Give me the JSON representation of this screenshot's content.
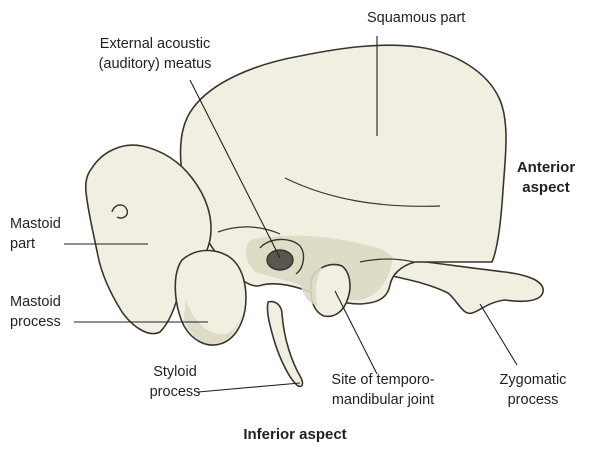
{
  "labels": {
    "squamous_part": "Squamous part",
    "external_acoustic_meatus": [
      "External acoustic",
      "(auditory) meatus"
    ],
    "anterior_aspect": [
      "Anterior",
      "aspect"
    ],
    "mastoid_part": [
      "Mastoid",
      "part"
    ],
    "mastoid_process": [
      "Mastoid",
      "process"
    ],
    "styloid_process": [
      "Styloid",
      "process"
    ],
    "tmj_site": [
      "Site of temporo-",
      "mandibular joint"
    ],
    "zygomatic_process": [
      "Zygomatic",
      "process"
    ],
    "inferior_aspect": "Inferior aspect"
  },
  "colors": {
    "bone_fill": "#f1efe2",
    "bone_shadow": "#dcd8c3",
    "bone_outline": "#3a352c",
    "leader_line": "#231f20",
    "meatus_dark": "#5a564e"
  }
}
